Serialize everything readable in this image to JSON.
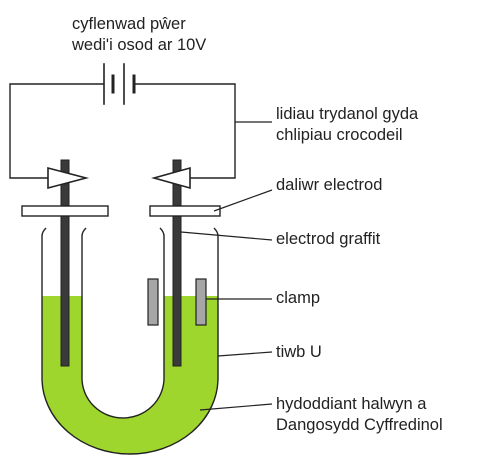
{
  "power_supply": {
    "line1": "cyflenwad pŵer",
    "line2": "wedi'i osod ar 10V"
  },
  "labels": {
    "leads_line1": "lidiau trydanol gyda",
    "leads_line2": "chlipiau crocodeil",
    "holder": "daliwr electrod",
    "electrode": "electrod graffit",
    "clamp": "clamp",
    "u_tube": "tiwb U",
    "solution_line1": "hydoddiant halwyn a",
    "solution_line2": "Dangosydd Cyffredinol"
  },
  "colors": {
    "solution": "#9ed62e",
    "electrode": "#3a3a3a",
    "clamp": "#a6a6a6",
    "line": "#222222"
  }
}
